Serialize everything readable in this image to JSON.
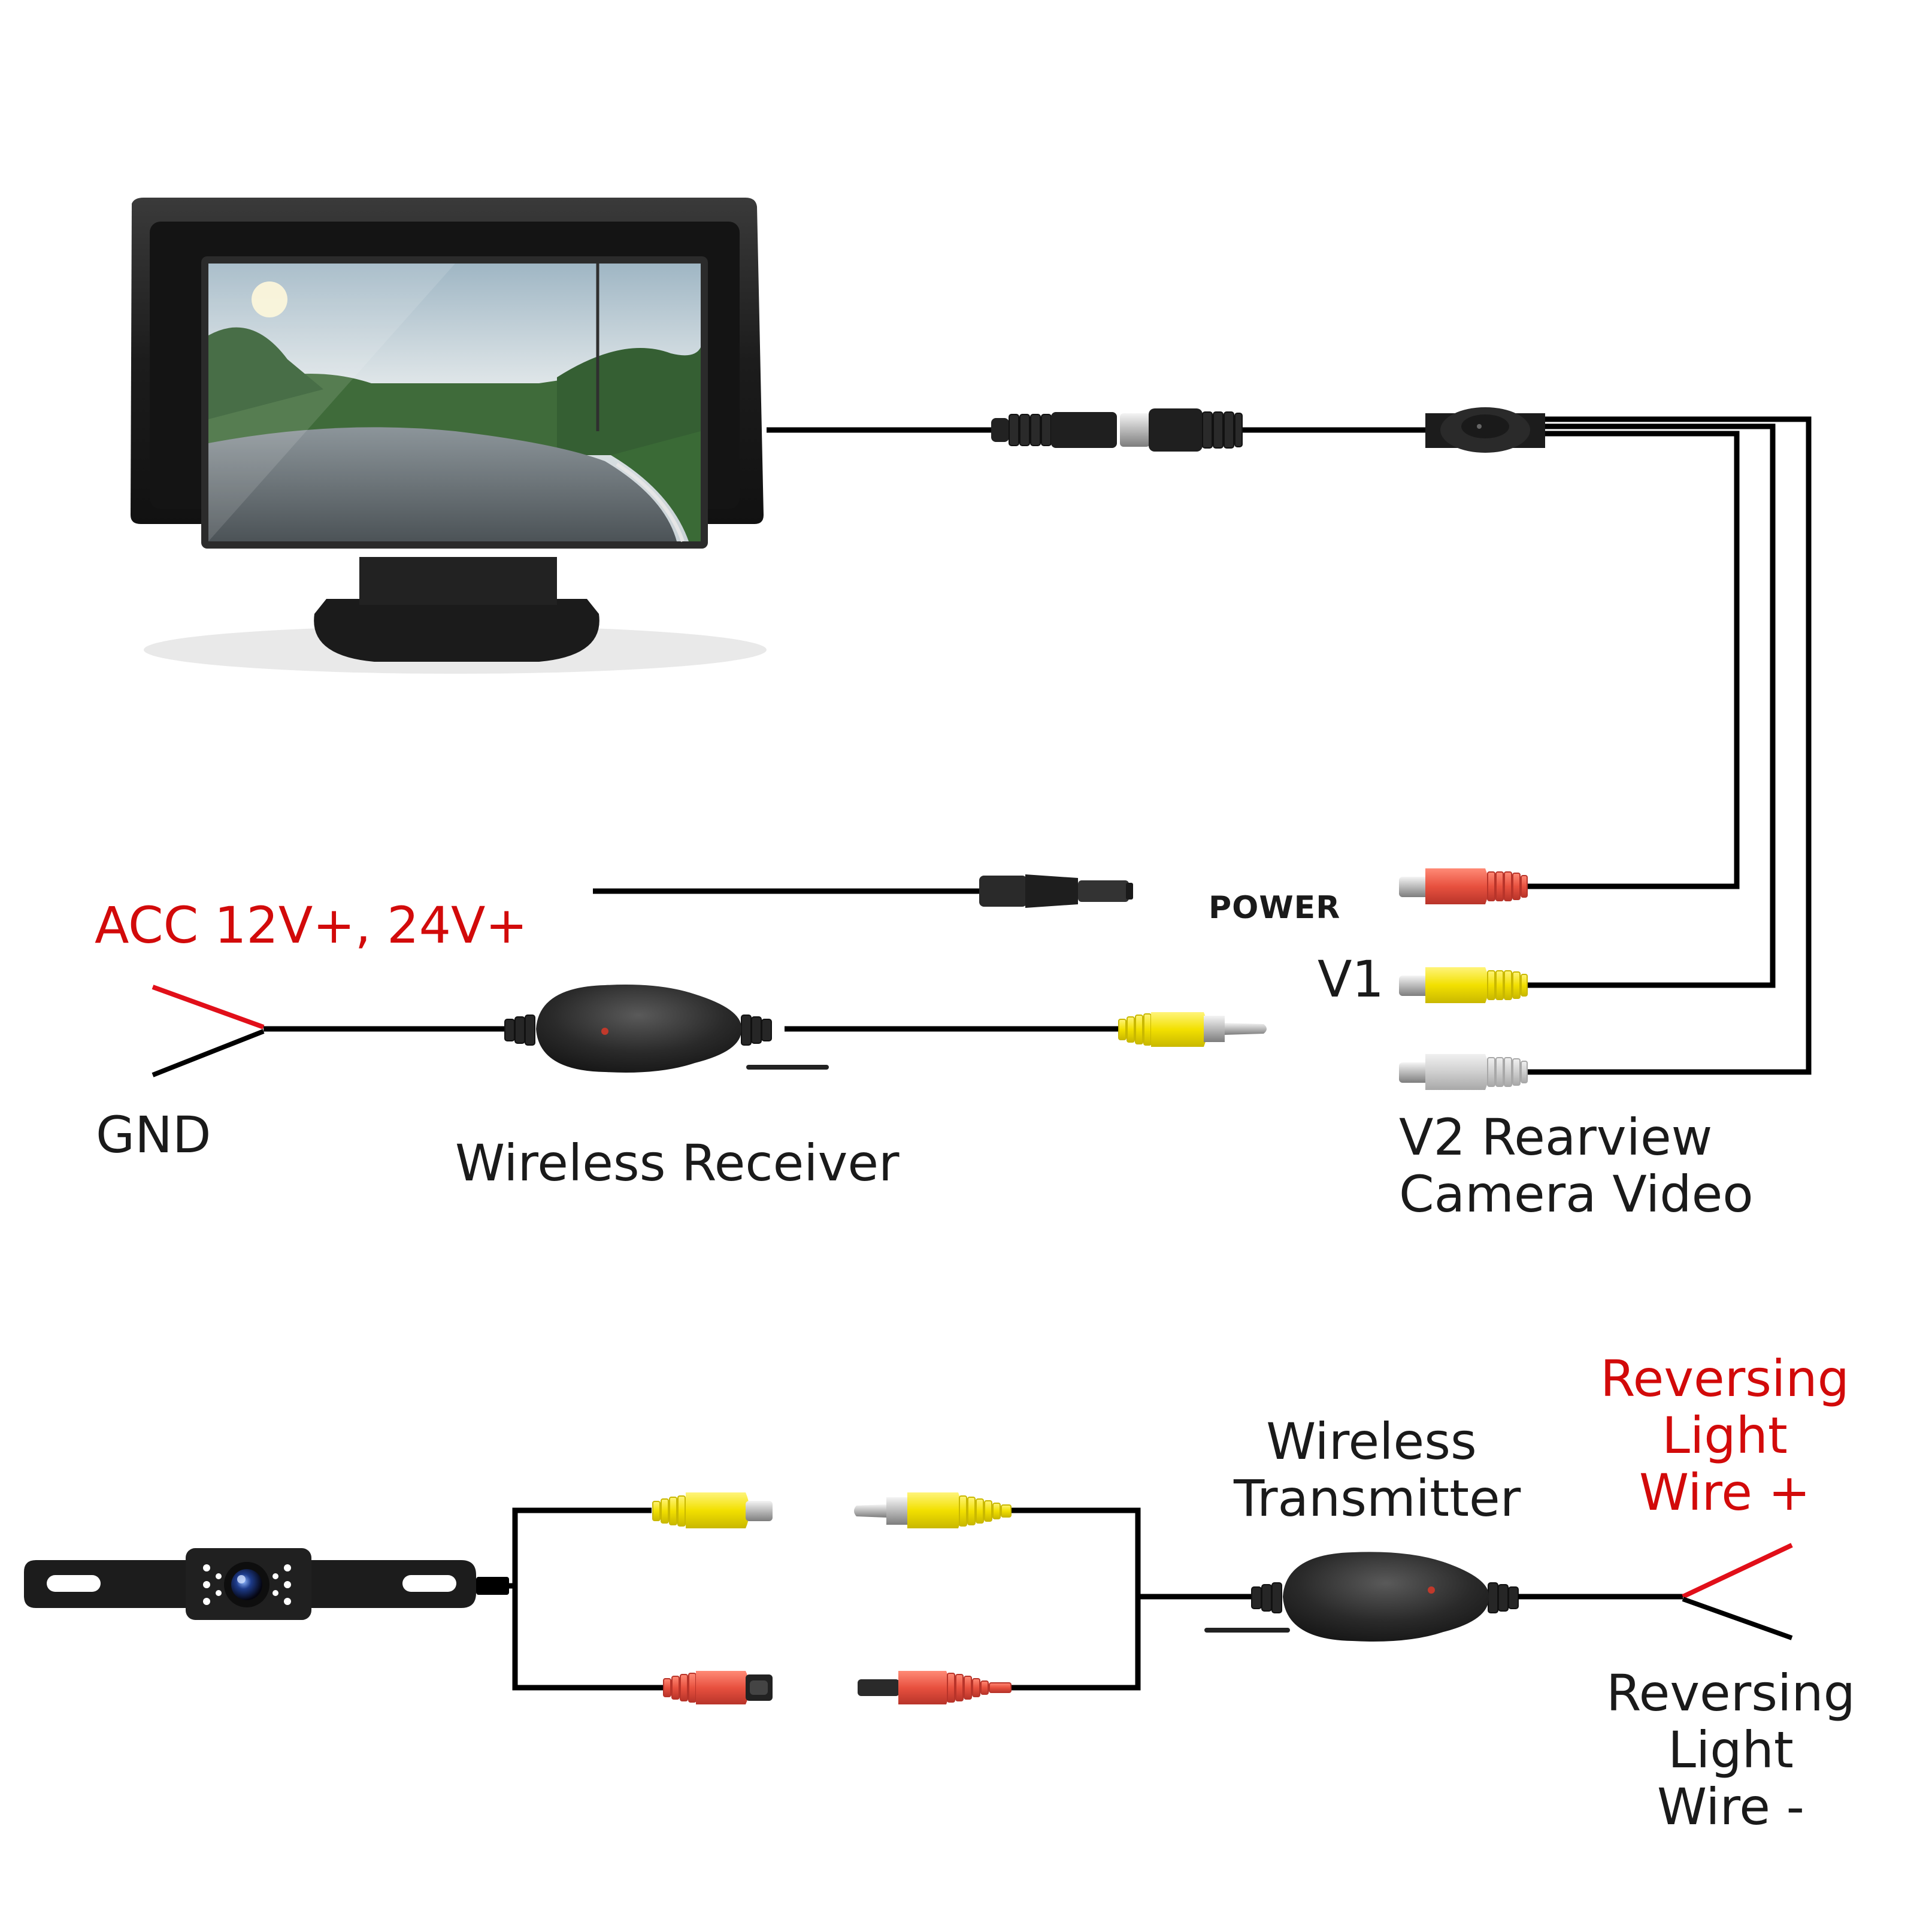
{
  "labels": {
    "acc": "ACC 12V+, 24V+",
    "gnd": "GND",
    "wireless_receiver": "Wireless Receiver",
    "power": "POWER",
    "v1": "V1",
    "v2_line1": "V2 Rearview",
    "v2_line2": "Camera Video",
    "wireless_transmitter_line1": "Wireless",
    "wireless_transmitter_line2": "Transmitter",
    "rev_pos_line1": "Reversing",
    "rev_pos_line2": "Light",
    "rev_pos_line3": "Wire +",
    "rev_neg_line1": "Reversing",
    "rev_neg_line2": "Light",
    "rev_neg_line3": "Wire -"
  },
  "colors": {
    "wire": "#000000",
    "positive_wire": "#e10f19",
    "rca_red": "#e8513f",
    "rca_yellow": "#f2e000",
    "rca_white": "#cfcfcf",
    "label_red": "#d20a0a",
    "body": "#1f1f1f"
  }
}
